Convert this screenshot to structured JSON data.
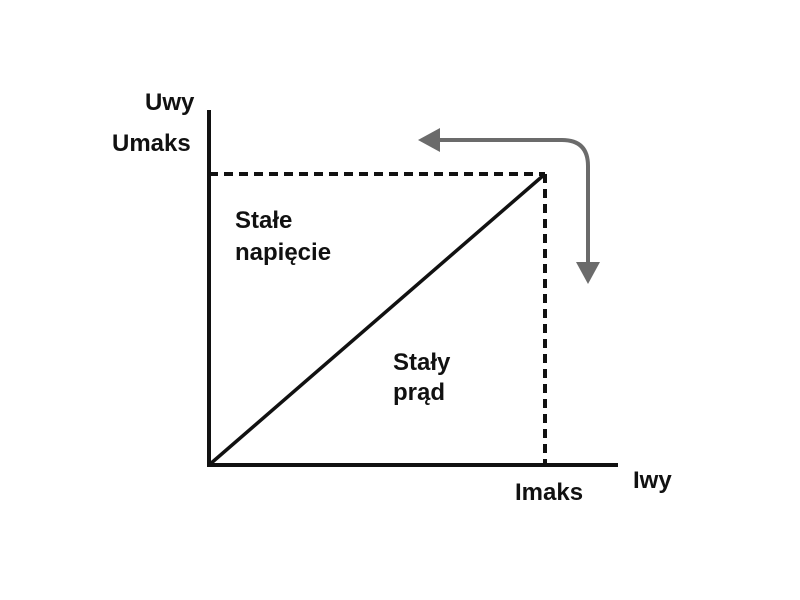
{
  "axes": {
    "y_label": "Uwy",
    "y_max_label": "Umaks",
    "x_label": "Iwy",
    "x_max_label": "Imaks"
  },
  "regions": {
    "constant_voltage": [
      "Stałe",
      "napięcie"
    ],
    "constant_current": [
      "Stały",
      "prąd"
    ]
  },
  "colors": {
    "line": "#111111",
    "arrow": "#6b6b6b"
  }
}
